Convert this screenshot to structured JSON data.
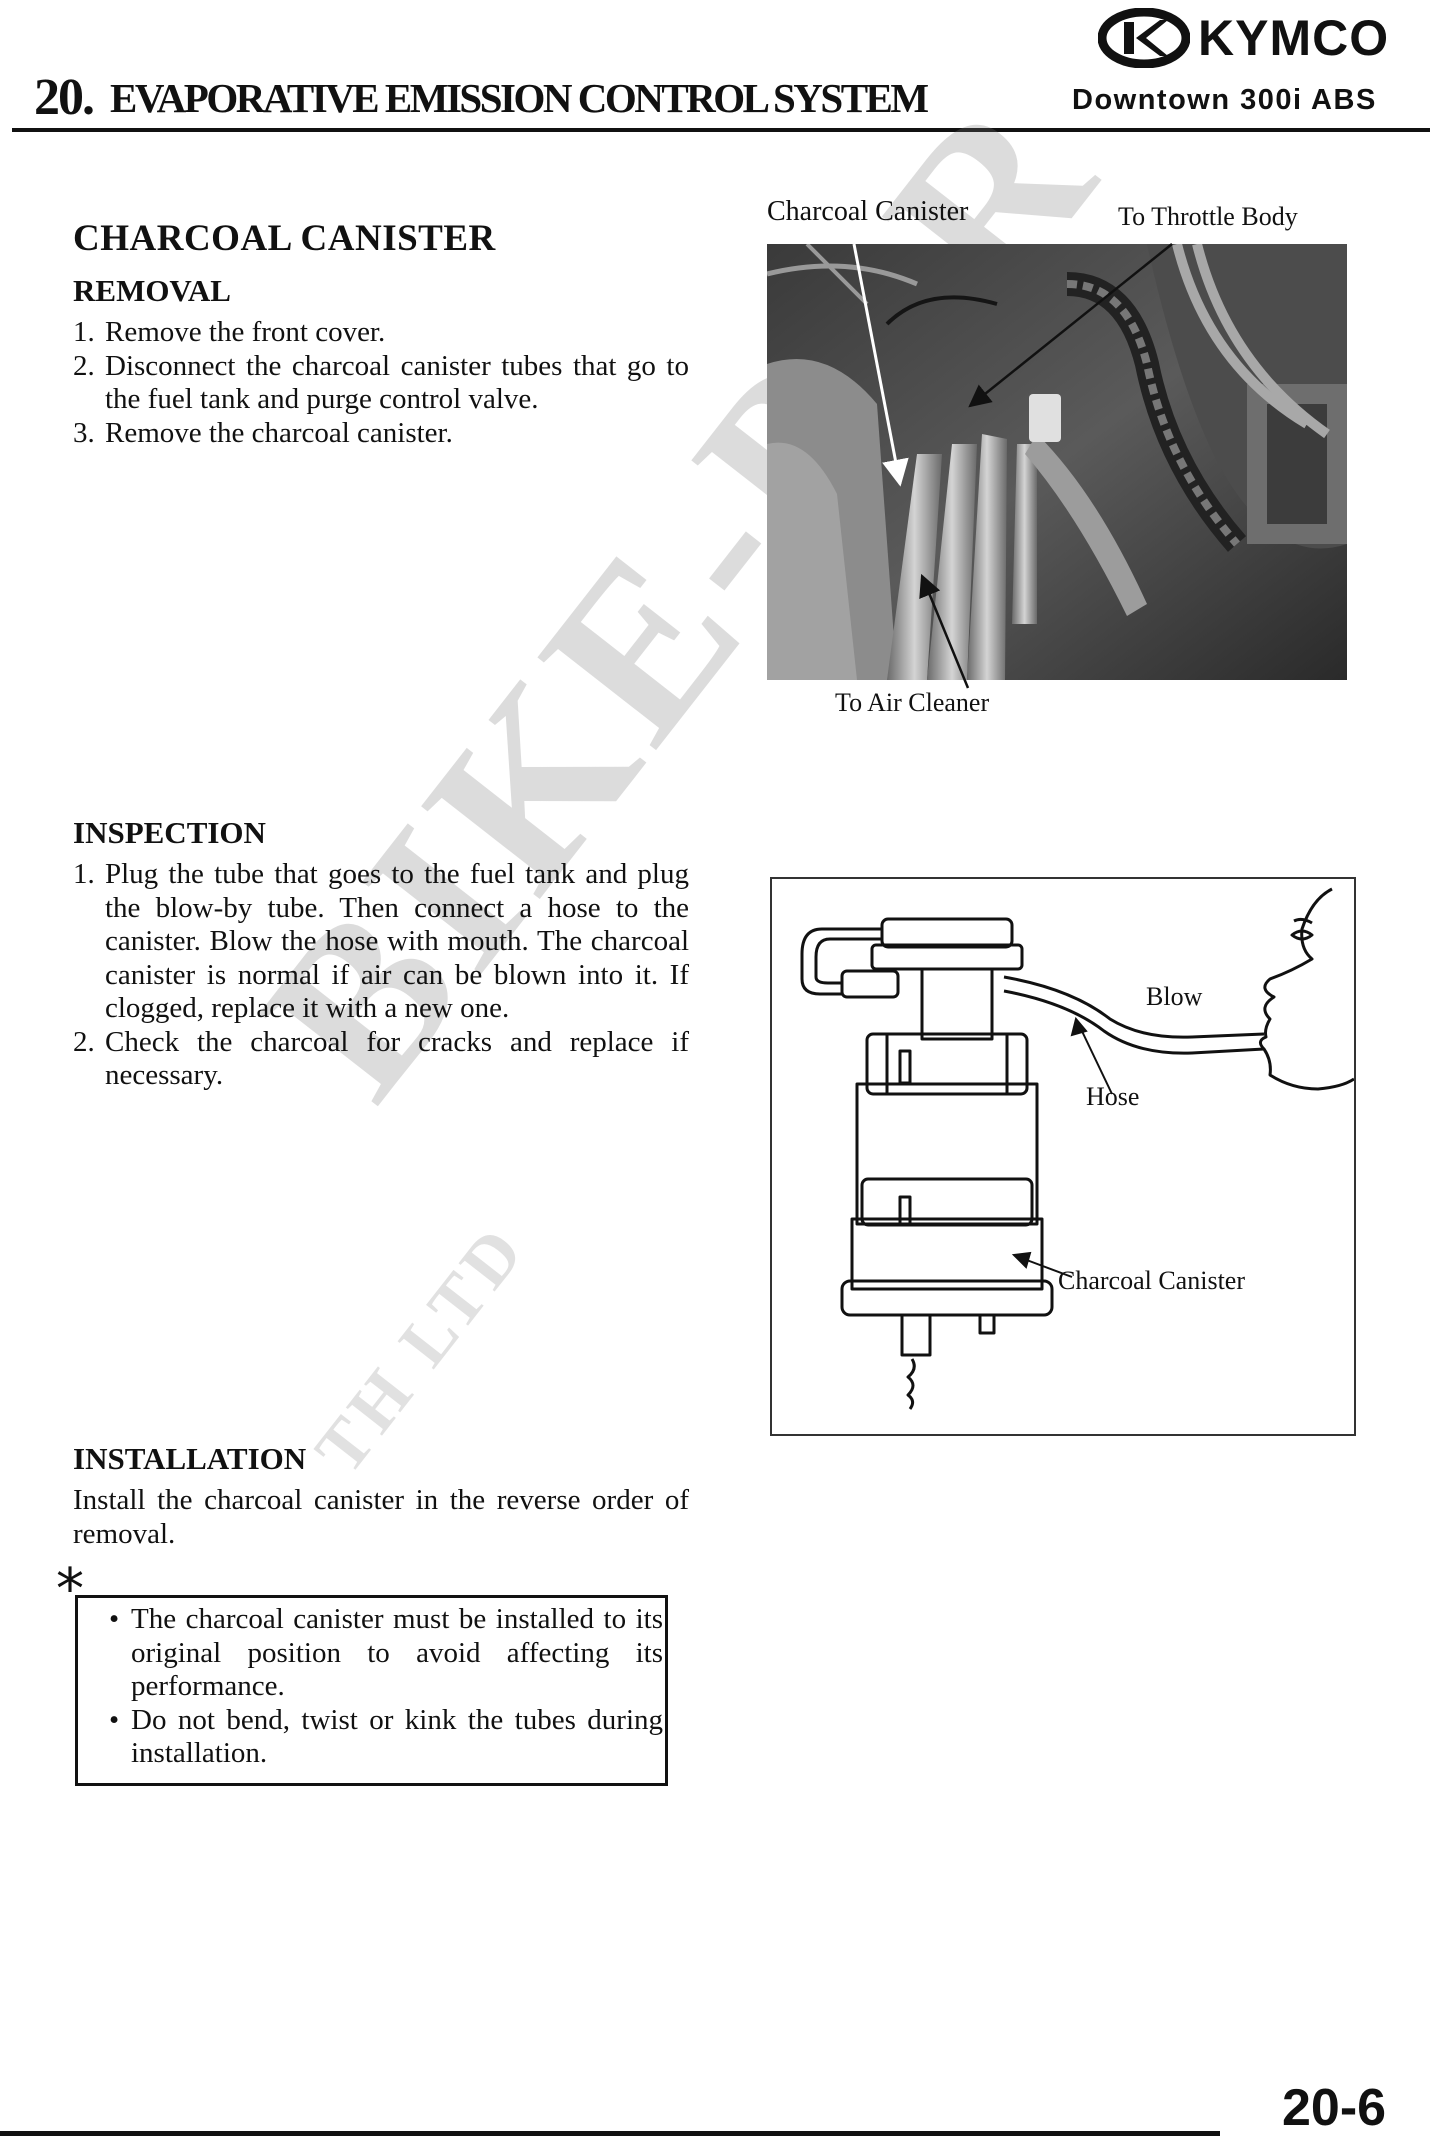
{
  "header": {
    "chapter_number": "20.",
    "chapter_title": "EVAPORATIVE EMISSION CONTROL SYSTEM",
    "brand": "KYMCO",
    "model": "Downtown 300i ABS"
  },
  "section": {
    "title": "CHARCOAL CANISTER",
    "removal": {
      "heading": "REMOVAL",
      "steps": [
        {
          "n": "1.",
          "text": "Remove the front cover."
        },
        {
          "n": "2.",
          "text": "Disconnect the charcoal canister tubes that go to the fuel tank and purge control valve."
        },
        {
          "n": "3.",
          "text": "Remove the charcoal canister."
        }
      ]
    },
    "inspection": {
      "heading": "INSPECTION",
      "steps": [
        {
          "n": "1.",
          "text": "Plug the tube that goes to the fuel tank and plug the blow-by tube. Then connect a hose to the canister. Blow the hose with mouth. The charcoal canister is normal if air can be blown into it. If clogged, replace it with a new one."
        },
        {
          "n": "2.",
          "text": "Check the charcoal for cracks and replace if necessary."
        }
      ]
    },
    "installation": {
      "heading": "INSTALLATION",
      "text": "Install the charcoal canister in the reverse order of removal.",
      "note_symbol": "*",
      "notes": [
        "The charcoal canister must be installed to its original position to avoid affecting its performance.",
        "Do not bend, twist or kink the tubes during installation."
      ]
    }
  },
  "figure_photo": {
    "label_canister": "Charcoal Canister",
    "label_throttle": "To Throttle Body",
    "label_air_cleaner": "To Air Cleaner"
  },
  "figure_diagram": {
    "label_blow": "Blow",
    "label_hose": "Hose",
    "label_canister": "Charcoal Canister"
  },
  "watermark": {
    "main": "BIKE-PAR",
    "sub": "TH LTD"
  },
  "footer": {
    "page_number": "20-6"
  }
}
